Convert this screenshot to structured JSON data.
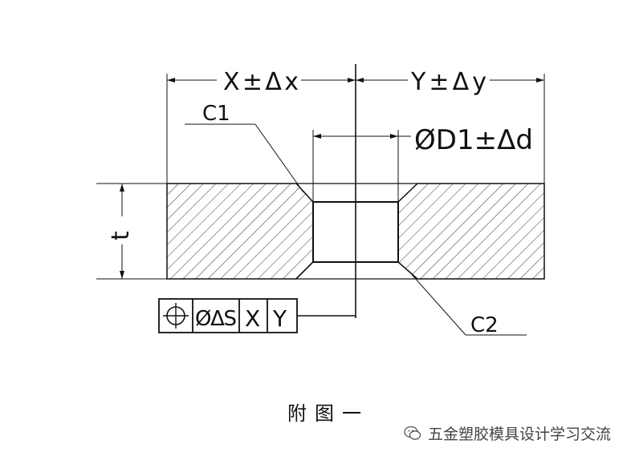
{
  "dimensions": {
    "x_tol": "X±Δx",
    "y_tol": "Y±Δy",
    "d1_tol": "ØD1±Δd",
    "thickness": "t"
  },
  "callouts": {
    "c1": "C1",
    "c2": "C2"
  },
  "feature_control_frame": {
    "symbol": "position-icon",
    "tolerance": "ØΔS",
    "datum_1": "X",
    "datum_2": "Y"
  },
  "caption": "附图一",
  "watermark": {
    "text": "五金塑胶模具设计学习交流",
    "icon": "wechat-icon"
  },
  "colors": {
    "line": "#111111",
    "hatch": "#333333"
  }
}
